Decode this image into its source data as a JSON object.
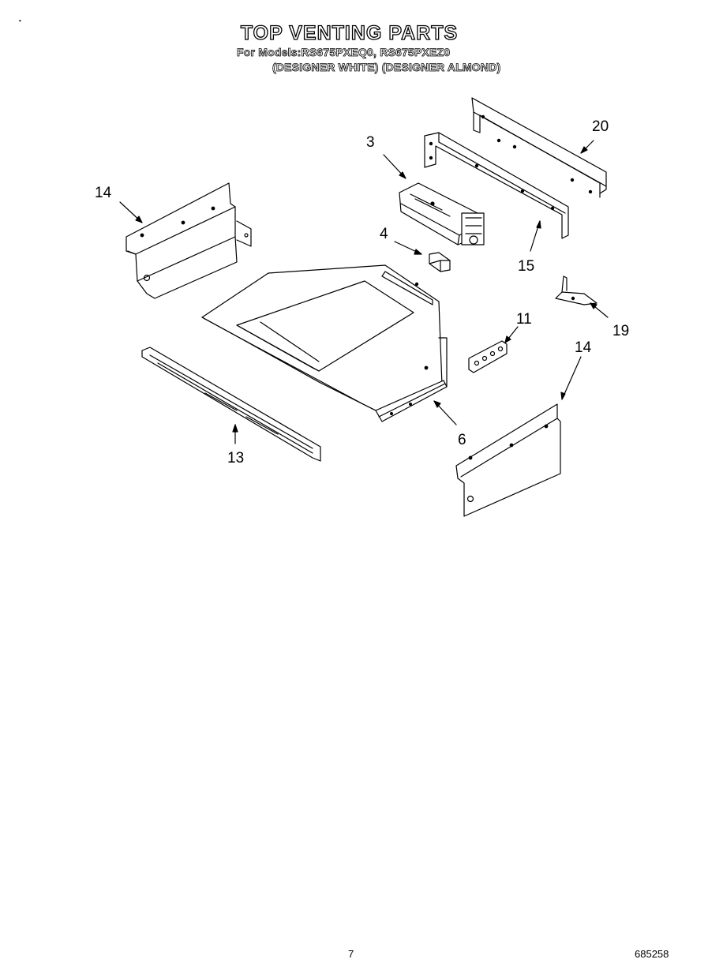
{
  "header": {
    "title": "TOP VENTING PARTS",
    "models_line": "For Models:RS675PXEQ0, RS675PXEZ0",
    "variants_line": "(DESIGNER WHITE) (DESIGNER ALMOND)"
  },
  "callouts": {
    "c3": "3",
    "c4": "4",
    "c6": "6",
    "c11": "11",
    "c13": "13",
    "c14_left": "14",
    "c14_right": "14",
    "c15": "15",
    "c19": "19",
    "c20": "20"
  },
  "footer": {
    "page_number": "7",
    "doc_number": "685258"
  }
}
